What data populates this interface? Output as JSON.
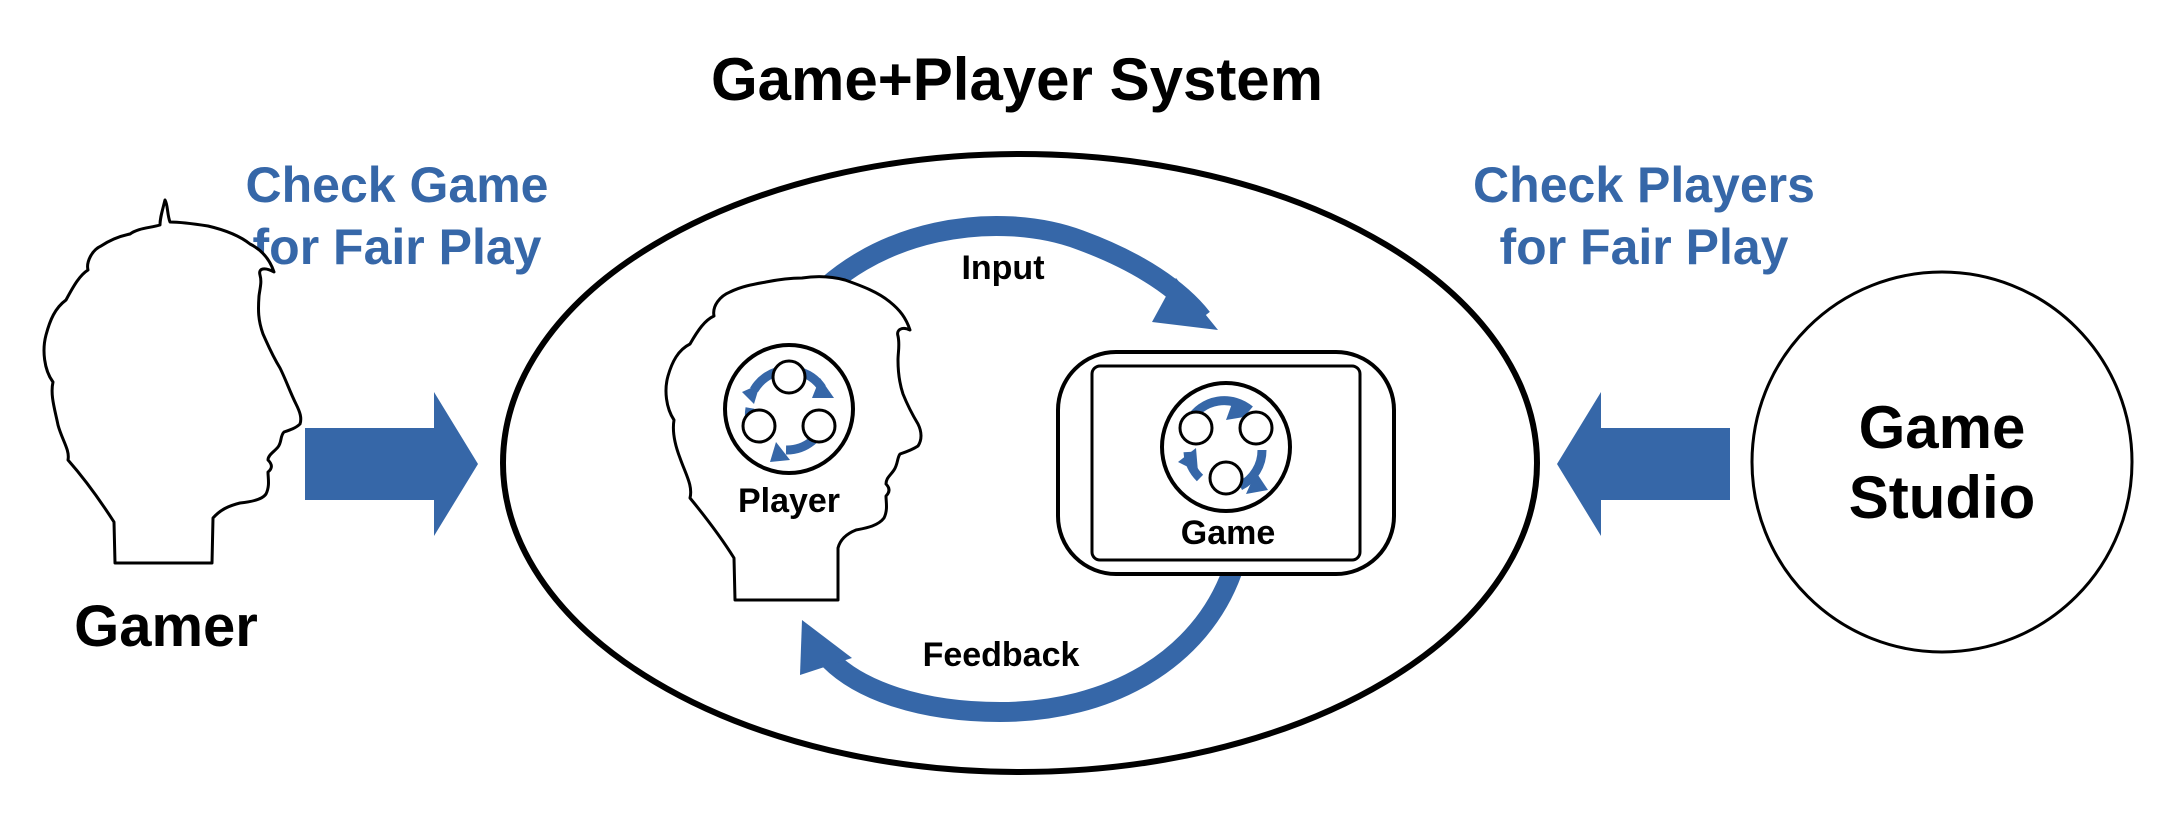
{
  "title": "Game+Player System",
  "left_check": {
    "line1": "Check Game",
    "line2": "for Fair Play"
  },
  "right_check": {
    "line1": "Check Players",
    "line2": "for Fair Play"
  },
  "gamer_label": "Gamer",
  "studio_label": {
    "line1": "Game",
    "line2": "Studio"
  },
  "player_label": "Player",
  "game_label": "Game",
  "input_label": "Input",
  "feedback_label": "Feedback",
  "colors": {
    "accent": "#3667a8",
    "ink": "#000000",
    "background": "#ffffff"
  },
  "icons": [
    "gamer-head-icon",
    "player-head-icon",
    "game-console-icon",
    "cycle-icon"
  ]
}
